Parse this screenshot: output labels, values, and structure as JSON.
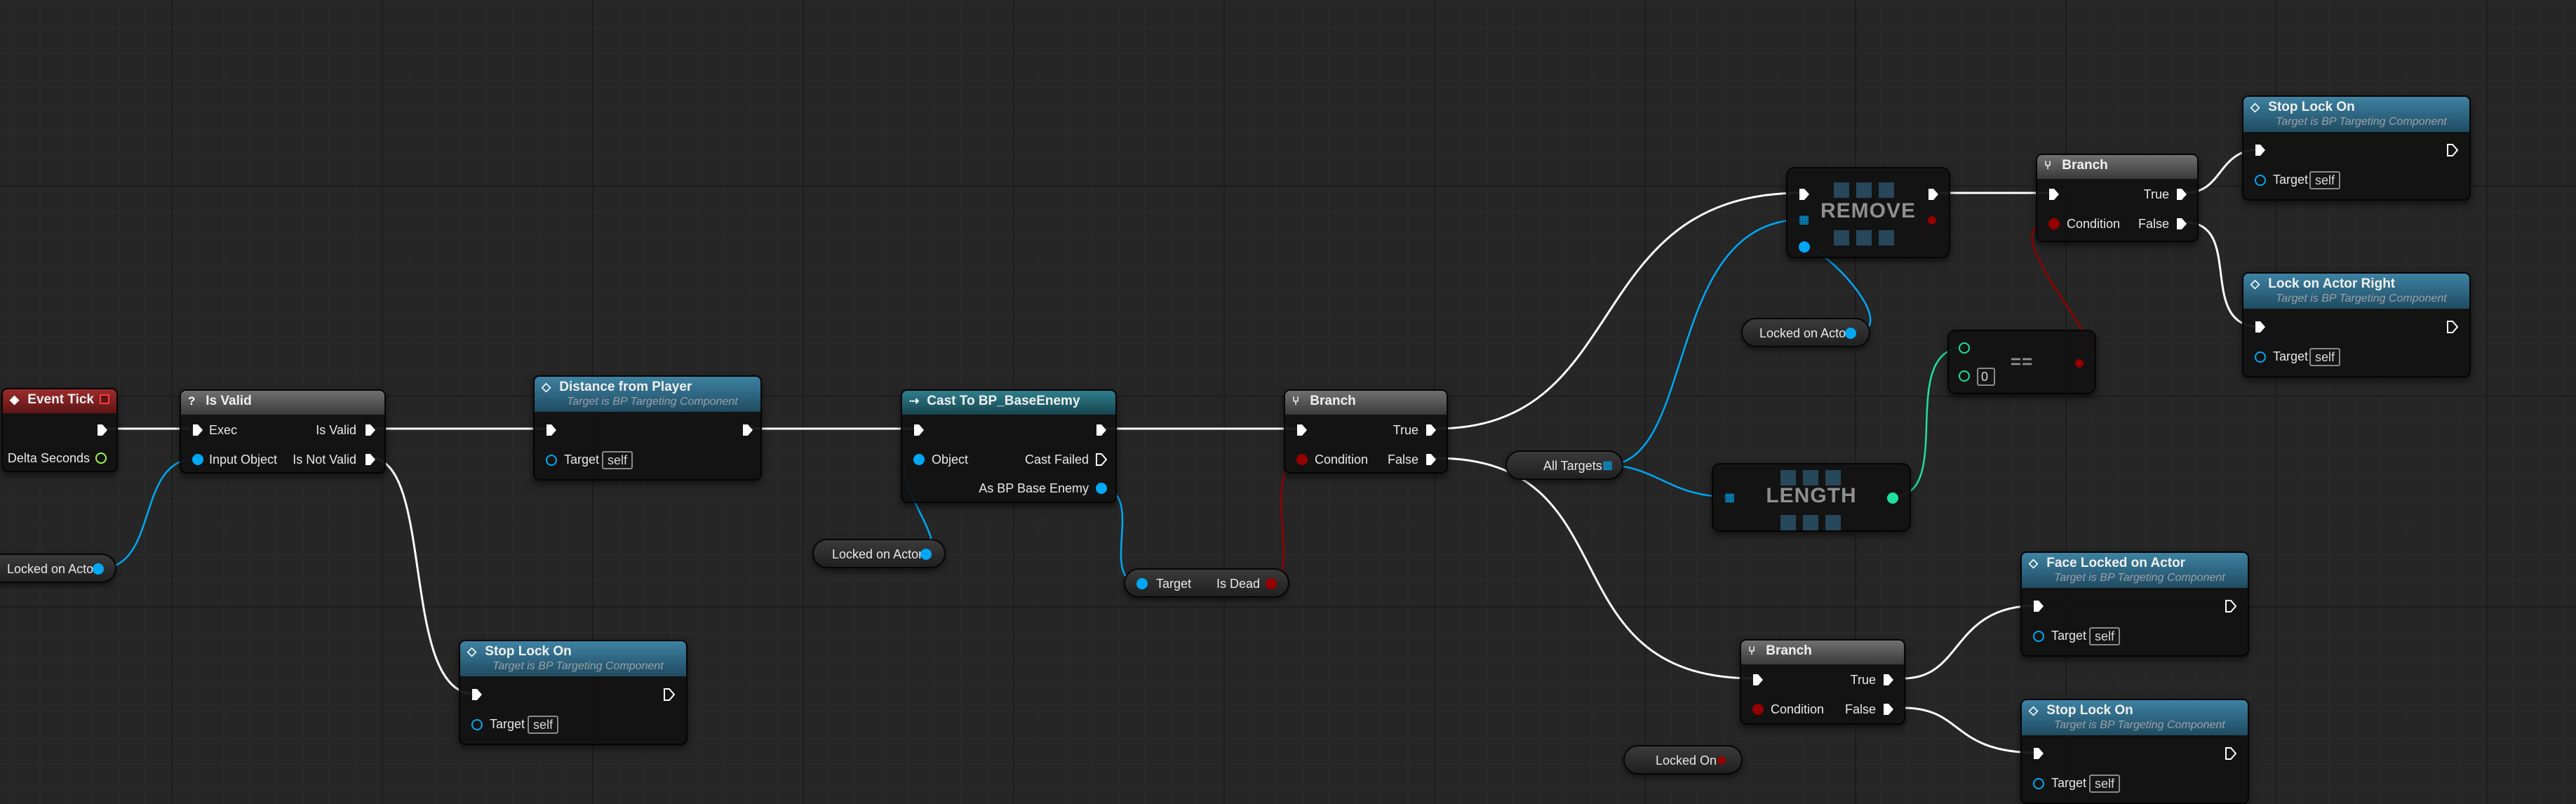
{
  "colors": {
    "exec": "#ffffff",
    "object": "#00a8f4",
    "bool": "#950000",
    "int": "#1fe09d",
    "float": "#9cf94a",
    "array": "#00a8f4"
  },
  "icons": {
    "event": "event-diamond-icon",
    "function": "function-diamond-icon",
    "macro": "question-mark-icon",
    "branch": "branch-icon",
    "cast": "cast-arrow-icon",
    "delegate": "delegate-square-icon"
  },
  "nodes": {
    "event_tick": {
      "title": "Event Tick",
      "delta_seconds": "Delta Seconds"
    },
    "is_valid": {
      "title": "Is Valid",
      "exec": "Exec",
      "input_object": "Input Object",
      "is_valid": "Is Valid",
      "is_not_valid": "Is Not Valid"
    },
    "distance": {
      "title": "Distance from Player",
      "subtitle": "Target is BP Targeting Component",
      "target": "Target",
      "self": "self"
    },
    "cast": {
      "title": "Cast To BP_BaseEnemy",
      "object": "Object",
      "cast_failed": "Cast Failed",
      "as_enemy": "As BP Base Enemy"
    },
    "branch1": {
      "title": "Branch",
      "condition": "Condition",
      "true": "True",
      "false": "False"
    },
    "branch2": {
      "title": "Branch",
      "condition": "Condition",
      "true": "True",
      "false": "False"
    },
    "branch3": {
      "title": "Branch",
      "condition": "Condition",
      "true": "True",
      "false": "False"
    },
    "stop_lock_on_1": {
      "title": "Stop Lock On",
      "subtitle": "Target is BP Targeting Component",
      "target": "Target",
      "self": "self"
    },
    "stop_lock_on_2": {
      "title": "Stop Lock On",
      "subtitle": "Target is BP Targeting Component",
      "target": "Target",
      "self": "self"
    },
    "stop_lock_on_3": {
      "title": "Stop Lock On",
      "subtitle": "Target is BP Targeting Component",
      "target": "Target",
      "self": "self"
    },
    "lock_right": {
      "title": "Lock on Actor Right",
      "subtitle": "Target is BP Targeting Component",
      "target": "Target",
      "self": "self"
    },
    "face_locked": {
      "title": "Face Locked on Actor",
      "subtitle": "Target is BP Targeting Component",
      "target": "Target",
      "self": "self"
    },
    "remove": {
      "title": "REMOVE"
    },
    "length": {
      "title": "LENGTH"
    },
    "equal": {
      "title": "==",
      "value": "0"
    },
    "is_dead": {
      "target": "Target",
      "is_dead": "Is Dead"
    }
  },
  "variables": {
    "locked_on_actor_1": "Locked on Actor",
    "locked_on_actor_2": "Locked on Actor",
    "locked_on_actor_3": "Locked on Actor",
    "all_targets": "All Targets",
    "locked_on": "Locked On"
  }
}
